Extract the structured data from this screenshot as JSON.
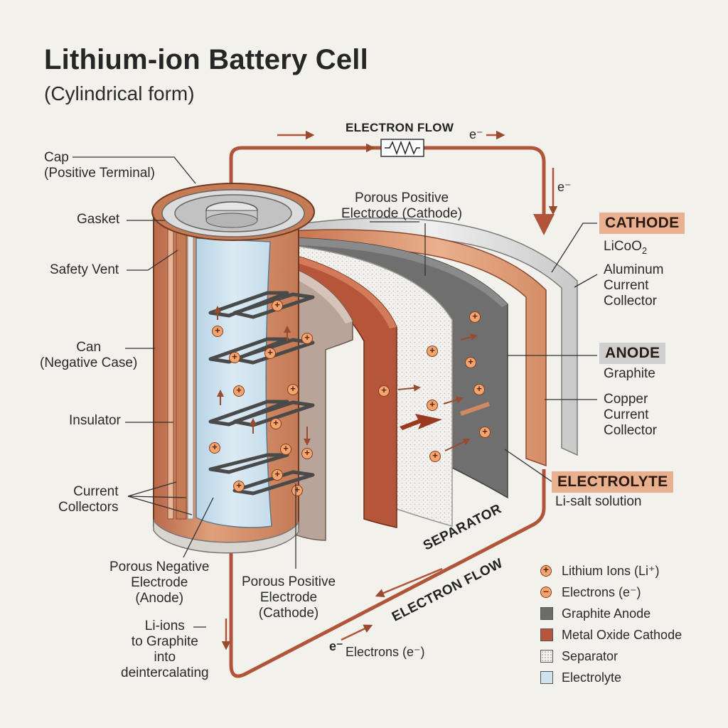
{
  "header": {
    "title": "Lithium-ion Battery Cell",
    "subtitle": "(Cylindrical form)"
  },
  "flow": {
    "top_label": "ELECTRON FLOW",
    "top_e": "e⁻",
    "right_e": "e⁻",
    "bottom_label": "ELECTRON FLOW",
    "separator_label": "SEPARATOR",
    "bottom_e": "e⁻",
    "bottom_electrons": "Electrons (e⁻)"
  },
  "left_labels": {
    "cap": "Cap\n(Positive Terminal)",
    "gasket": "Gasket",
    "safety_vent": "Safety Vent",
    "can": "Can\n(Negative Case)",
    "insulator": "Insulator",
    "current_collectors": "Current\nCollectors",
    "porous_negative": "Porous Negative\nElectrode\n(Anode)",
    "porous_positive_bottom": "Porous Positive\nElectrode\n(Cathode)",
    "li_ions": "Li-ions\nto Graphite\ninto\ndeintercalating"
  },
  "right_labels": {
    "porous_positive_top": "Porous Positive\nElectrode (Cathode)",
    "cathode_heading": "CATHODE",
    "cathode_material": "LiCoO",
    "cathode_sub": "2",
    "aluminum": "Aluminum\nCurrent\nCollector",
    "anode_heading": "ANODE",
    "anode_material": "Graphite",
    "copper": "Copper\nCurrent\nCollector",
    "electrolyte_heading": "ELECTROLYTE",
    "electrolyte_material": "Li-salt solution"
  },
  "ion_symbol": "+",
  "legend": [
    {
      "label": "Lithium Ions (Li⁺)",
      "kind": "ion",
      "symbol": "+",
      "color": "#f1a56f"
    },
    {
      "label": "Electrons (e⁻)",
      "kind": "electron",
      "symbol": "–",
      "color": "#f1a56f"
    },
    {
      "label": "Graphite Anode",
      "kind": "swatch",
      "color": "#6b6b6b"
    },
    {
      "label": "Metal Oxide Cathode",
      "kind": "swatch",
      "color": "#b5553a"
    },
    {
      "label": "Separator",
      "kind": "dotted",
      "color": "#f4f2ee"
    },
    {
      "label": "Electrolyte",
      "kind": "swatch",
      "color": "#cfe3ef"
    }
  ],
  "colors": {
    "circuit": "#b0553a",
    "copper": "#c97a52",
    "cathode": "#b5553a",
    "anode": "#6b6b6b",
    "electrolyte": "#cfe3ef",
    "heading_cathode_bg": "#e9b08f",
    "heading_anode_bg": "#cfcfcf",
    "heading_electrolyte_bg": "#e9b08f"
  }
}
